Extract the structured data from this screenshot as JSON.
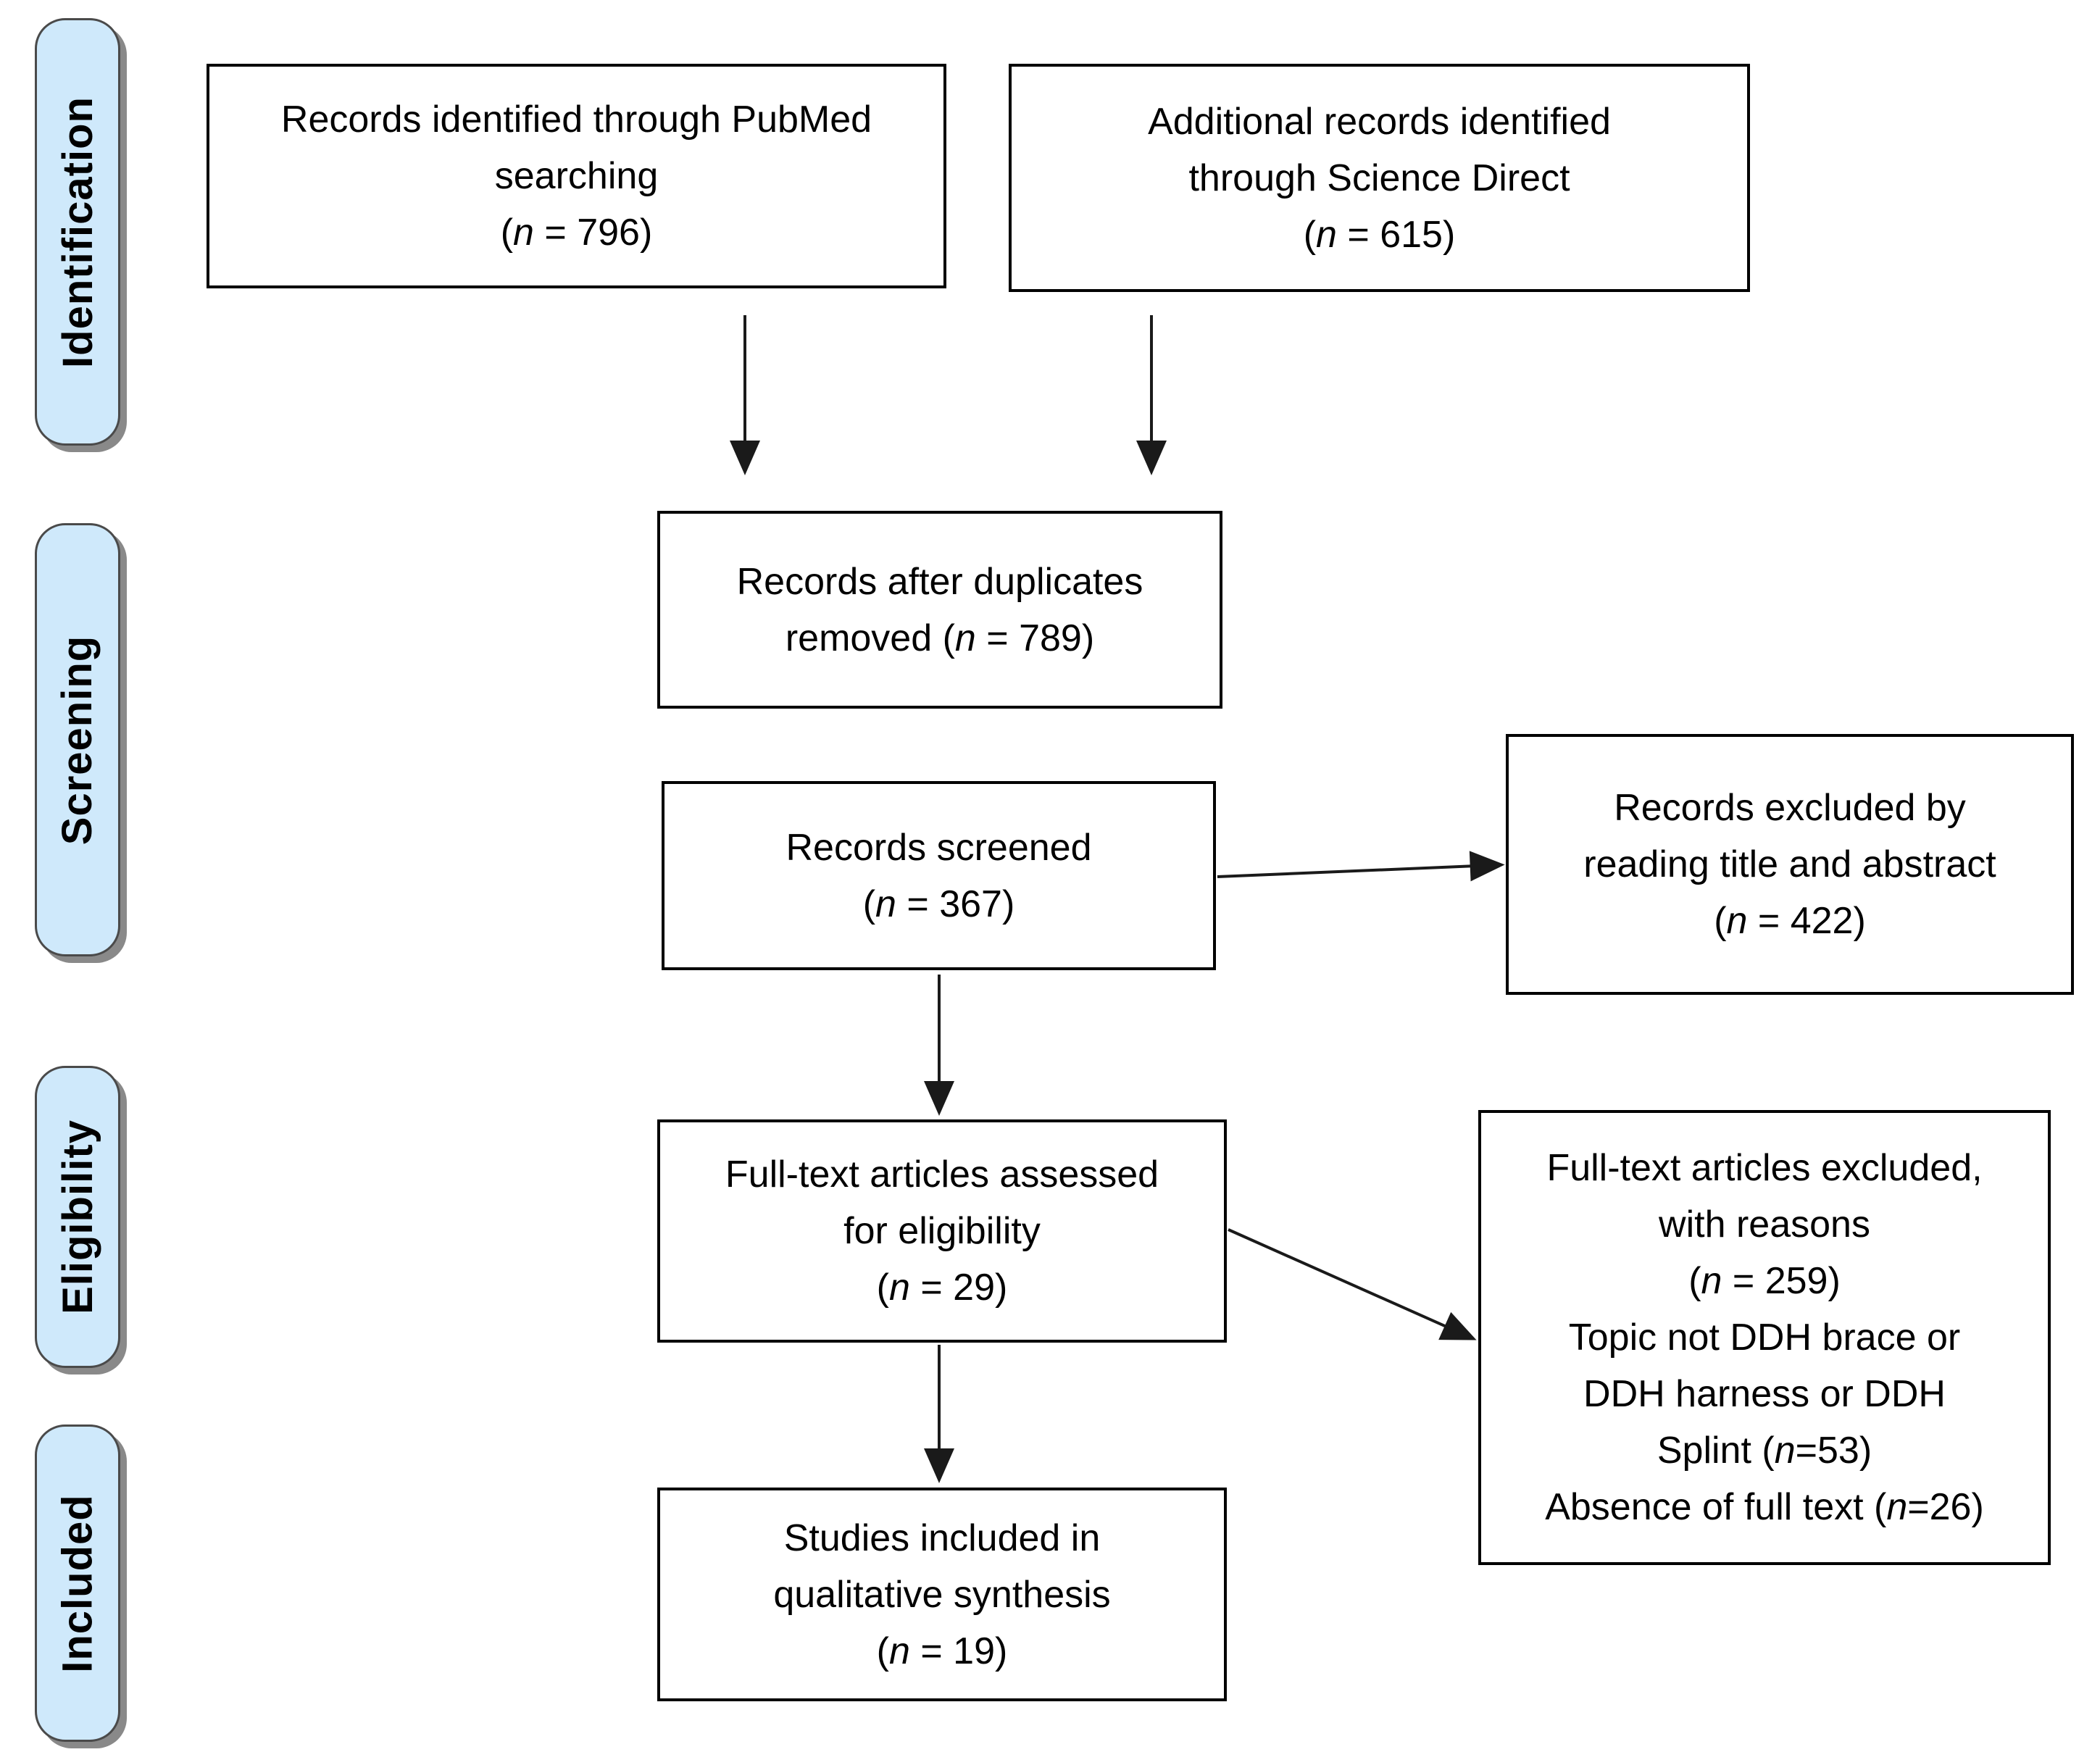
{
  "diagram": {
    "stages": [
      {
        "id": "identification",
        "label": "Identification"
      },
      {
        "id": "screening",
        "label": "Screening"
      },
      {
        "id": "eligibility",
        "label": "Eligibility"
      },
      {
        "id": "included",
        "label": "Included"
      }
    ],
    "boxes": {
      "pubmed": {
        "lines": [
          "Records identified through PubMed",
          "searching",
          "(n = 796)"
        ]
      },
      "sciencedirect": {
        "lines": [
          "Additional records identified",
          "through Science Direct",
          "(n = 615)"
        ]
      },
      "duplicates": {
        "lines": [
          "Records after duplicates",
          "removed (n = 789)"
        ]
      },
      "screened": {
        "lines": [
          "Records screened",
          "(n = 367)"
        ]
      },
      "excluded_title_abstract": {
        "lines": [
          "Records excluded by",
          "reading title and abstract",
          "(n = 422)"
        ]
      },
      "fulltext_assessed": {
        "lines": [
          "Full-text articles assessed",
          "for eligibility",
          "(n = 29)"
        ]
      },
      "fulltext_excluded": {
        "lines": [
          "Full-text articles excluded,",
          "with reasons",
          "(n = 259)",
          "Topic not DDH brace or",
          "DDH harness or DDH",
          "Splint (n=53)",
          "Absence of full text (n=26)"
        ]
      },
      "included_studies": {
        "lines": [
          "Studies included in",
          "qualitative synthesis",
          "(n = 19)"
        ]
      }
    },
    "connections": [
      {
        "from": "records-identified-pubmed",
        "to": "records-after-duplicates",
        "direction": "down"
      },
      {
        "from": "additional-records-science-direct",
        "to": "records-after-duplicates",
        "direction": "down"
      },
      {
        "from": "records-screened",
        "to": "records-excluded-title-abstract",
        "direction": "right"
      },
      {
        "from": "records-screened",
        "to": "full-text-articles-assessed",
        "direction": "down"
      },
      {
        "from": "full-text-articles-assessed",
        "to": "full-text-articles-excluded",
        "direction": "diagonal"
      },
      {
        "from": "full-text-articles-assessed",
        "to": "studies-included-qualitative",
        "direction": "down"
      }
    ],
    "colors": {
      "stage_fill": "#cfe9fb",
      "stage_border": "#4a4a4a",
      "stage_shadow": "#898989",
      "box_border": "#000000",
      "line_color": "#1a1a1a",
      "text_color": "#000000"
    }
  }
}
